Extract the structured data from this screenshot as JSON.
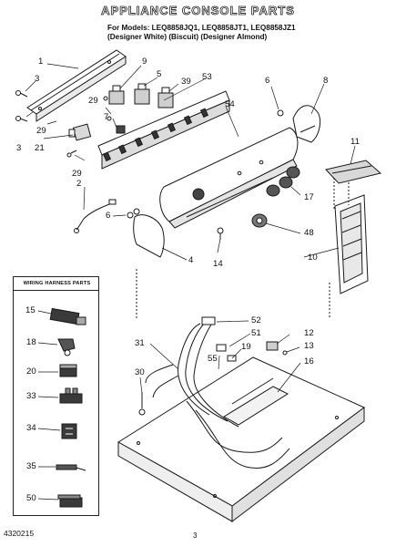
{
  "header": {
    "title": "APPLIANCE CONSOLE PARTS",
    "models_line1": "For Models: LEQ8858JQ1, LEQ8858JT1, LEQ8858JZ1",
    "models_line2": "(Designer White)    (Biscuit)    (Designer Almond)"
  },
  "harness_box": {
    "title": "WIRING HARNESS PARTS",
    "items": [
      "15",
      "18",
      "20",
      "33",
      "34",
      "35",
      "50"
    ]
  },
  "callouts": {
    "c1": "1",
    "c2": "2",
    "c3a": "3",
    "c3b": "3",
    "c4": "4",
    "c5": "5",
    "c6a": "6",
    "c6b": "6",
    "c7": "7",
    "c8": "8",
    "c9": "9",
    "c10": "10",
    "c11": "11",
    "c12": "12",
    "c13": "13",
    "c14": "14",
    "c16": "16",
    "c17": "17",
    "c19": "19",
    "c21": "21",
    "c29a": "29",
    "c29b": "29",
    "c29c": "29",
    "c30": "30",
    "c31": "31",
    "c39": "39",
    "c48": "48",
    "c51": "51",
    "c52": "52",
    "c53": "53",
    "c54": "54",
    "c55": "55"
  },
  "footer": {
    "part_number": "4320215",
    "page_number": "3"
  }
}
